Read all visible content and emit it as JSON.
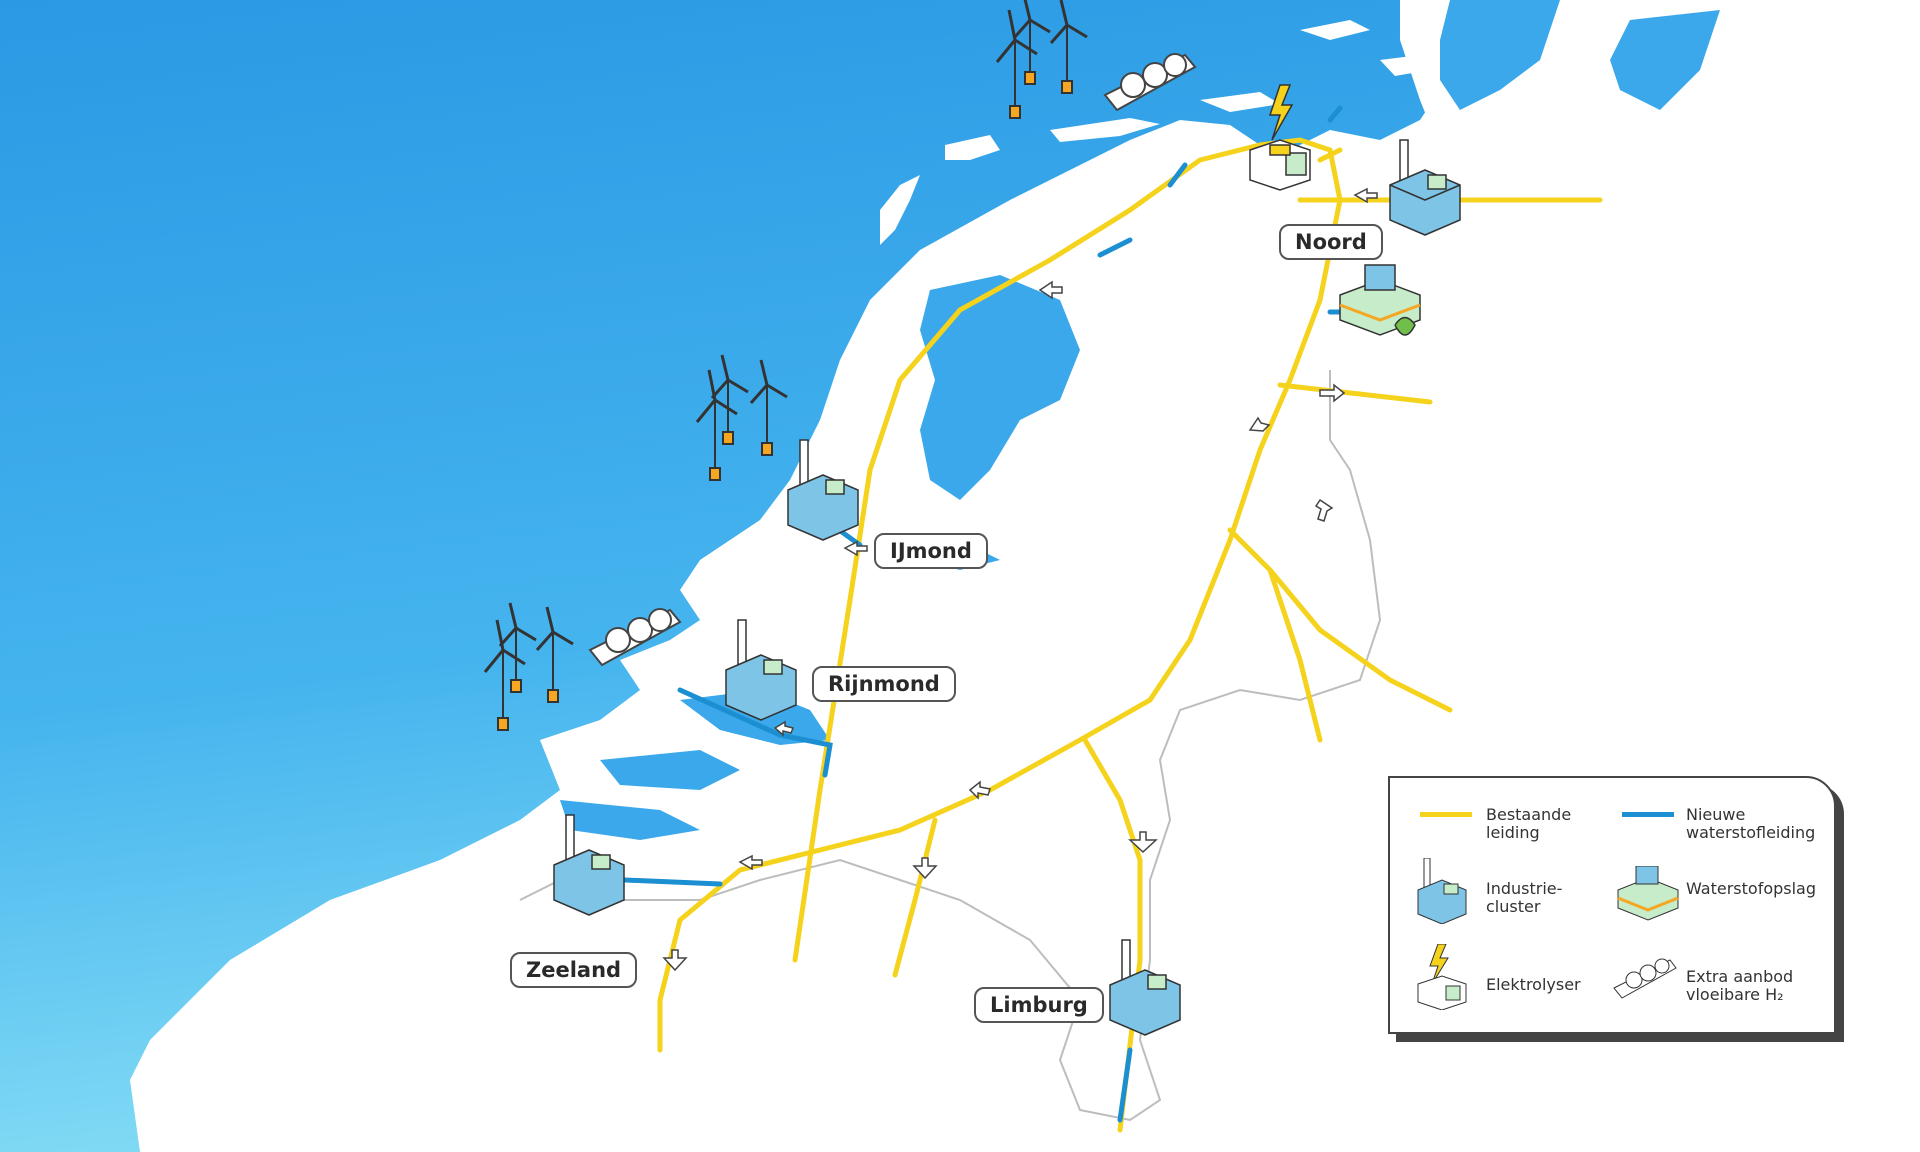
{
  "regions": {
    "noord": "Noord",
    "ijmond": "IJmond",
    "rijnmond": "Rijnmond",
    "zeeland": "Zeeland",
    "limburg": "Limburg"
  },
  "legend": {
    "existing_pipe": "Bestaande\nleiding",
    "new_pipe": "Nieuwe\nwaterstofleiding",
    "industry": "Industrie-\ncluster",
    "storage": "Waterstofopslag",
    "electrolyser": "Elektrolyser",
    "lh2": "Extra aanbod\nvloeibare H₂"
  },
  "colors": {
    "sea_top": "#2f9fe6",
    "sea_bottom": "#7fd6f3",
    "land": "#ffffff",
    "existing_pipe": "#f5d21c",
    "new_pipe": "#1b8fd1",
    "border": "#b5b5b5"
  }
}
